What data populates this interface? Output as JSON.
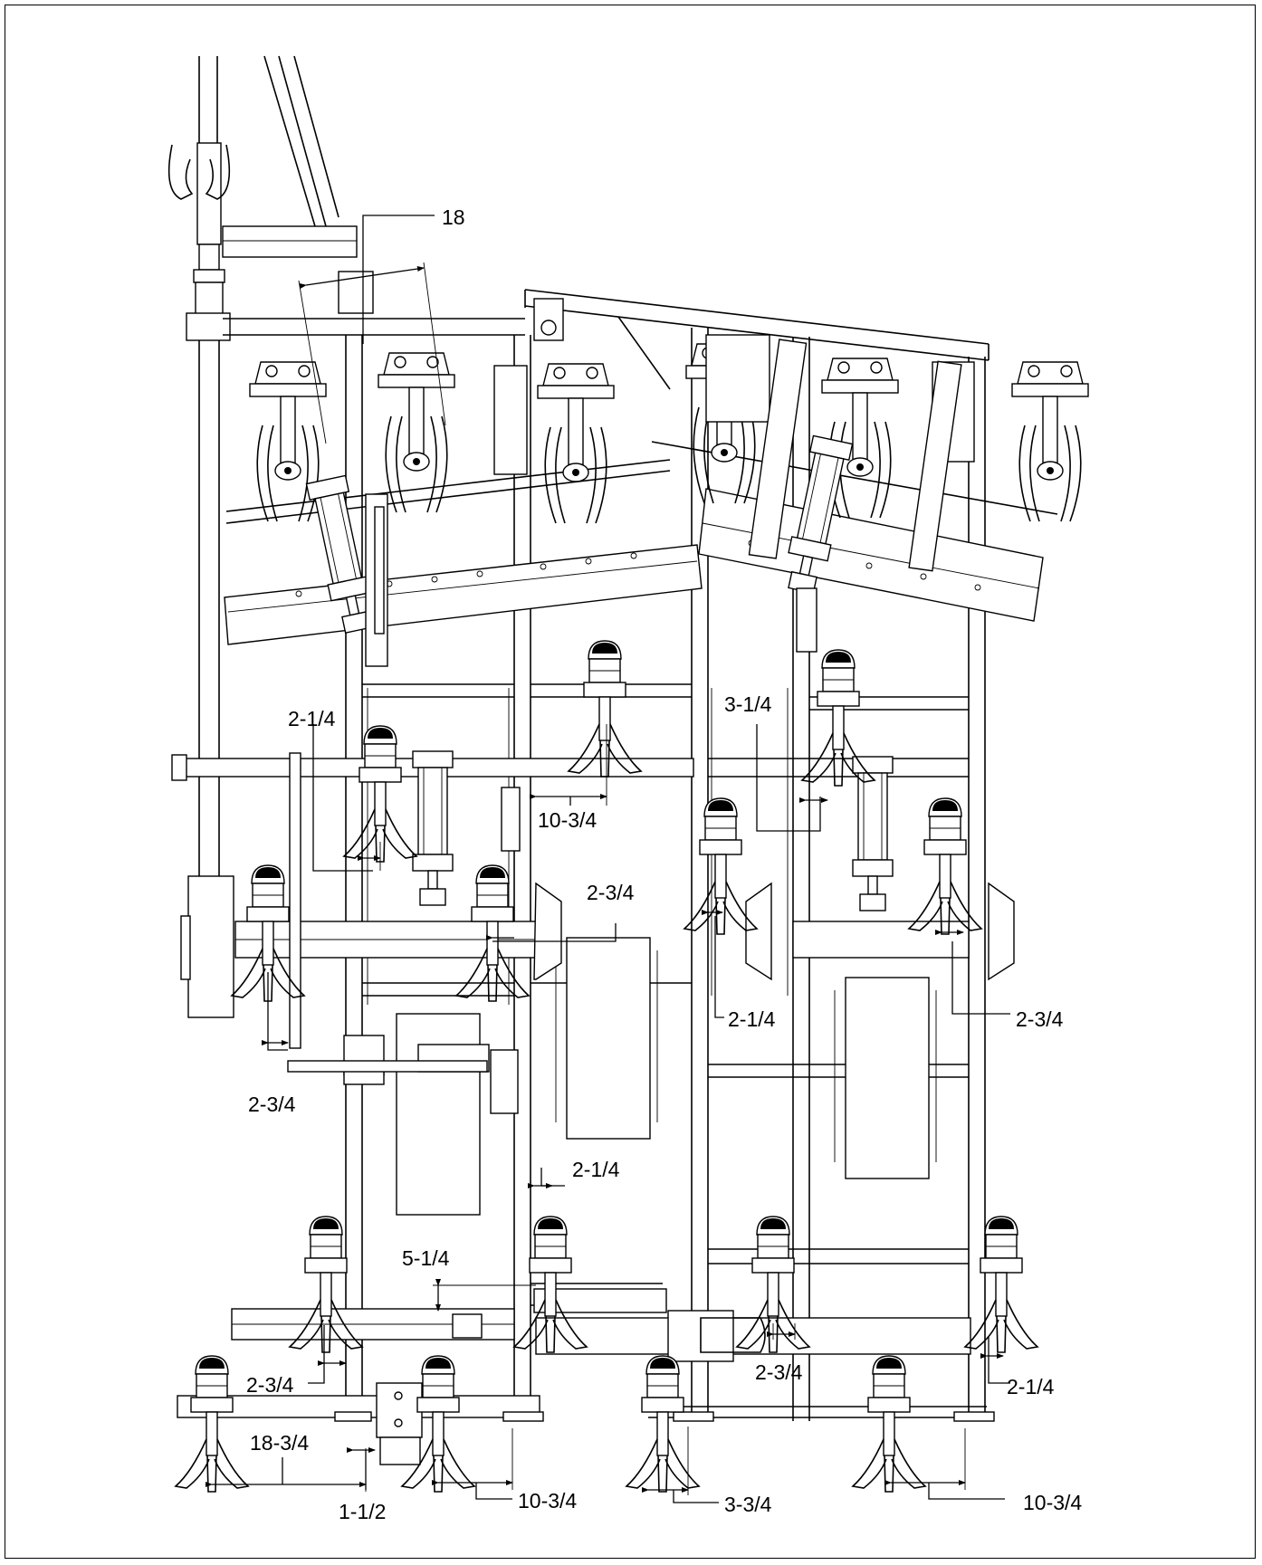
{
  "dimension_labels": [
    {
      "id": "d18",
      "text": "18"
    },
    {
      "id": "d214a",
      "text": "2-1/4"
    },
    {
      "id": "d314",
      "text": "3-1/4"
    },
    {
      "id": "d1034a",
      "text": "10-3/4"
    },
    {
      "id": "d234a",
      "text": "2-3/4"
    },
    {
      "id": "d214b",
      "text": "2-1/4"
    },
    {
      "id": "d234b",
      "text": "2-3/4"
    },
    {
      "id": "d234c",
      "text": "2-3/4"
    },
    {
      "id": "d214c",
      "text": "2-1/4"
    },
    {
      "id": "d514",
      "text": "5-1/4"
    },
    {
      "id": "d234d",
      "text": "2-3/4"
    },
    {
      "id": "d234e",
      "text": "2-3/4"
    },
    {
      "id": "d214d",
      "text": "2-1/4"
    },
    {
      "id": "d1834",
      "text": "18-3/4"
    },
    {
      "id": "d112",
      "text": "1-1/2"
    },
    {
      "id": "d1034b",
      "text": "10-3/4"
    },
    {
      "id": "d334",
      "text": "3-3/4"
    },
    {
      "id": "d1034c",
      "text": "10-3/4"
    }
  ]
}
